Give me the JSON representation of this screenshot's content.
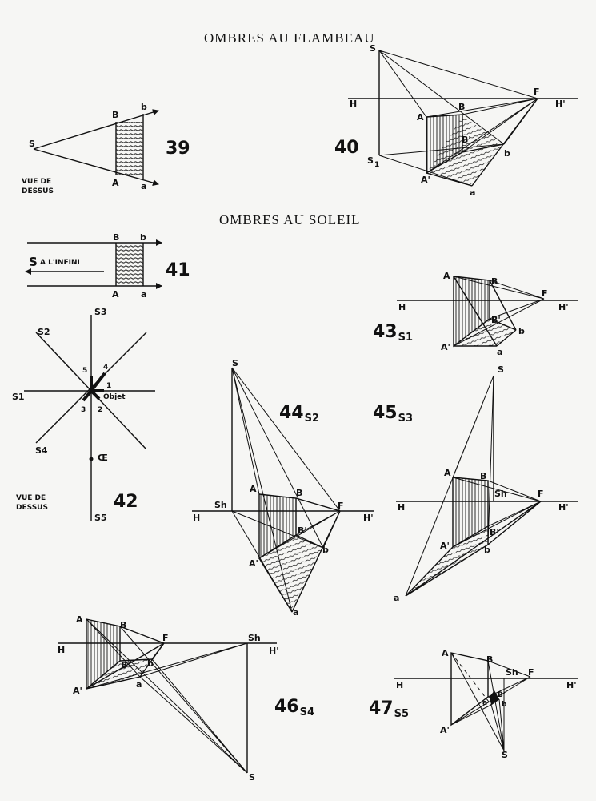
{
  "titles": {
    "flambeau": "OMBRES AU FLAMBEAU",
    "soleil": "OMBRES AU SOLEIL"
  },
  "figures": {
    "f39": {
      "number": "39",
      "sub": ""
    },
    "f40": {
      "number": "40",
      "sub": ""
    },
    "f41": {
      "number": "41",
      "sub": ""
    },
    "f42": {
      "number": "42",
      "sub": ""
    },
    "f43": {
      "number": "43",
      "sub": "S1"
    },
    "f44": {
      "number": "44",
      "sub": "S2"
    },
    "f45": {
      "number": "45",
      "sub": "S3"
    },
    "f46": {
      "number": "46",
      "sub": "S4"
    },
    "f47": {
      "number": "47",
      "sub": "S5"
    }
  },
  "labels": {
    "S": "S",
    "S1": "S",
    "A": "A",
    "B": "B",
    "a": "a",
    "b": "b",
    "A_prime": "A'",
    "B_prime": "B'",
    "H": "H",
    "H_prime": "H'",
    "F": "F",
    "Sh": "Sh",
    "sub1": "1",
    "vue_de": "VUE DE",
    "dessus": "DESSUS",
    "a_l_infini": "A L'INFINI",
    "s1": "S1",
    "s2": "S2",
    "s3": "S3",
    "s4": "S4",
    "s5": "S5",
    "objet": "Objet",
    "oeil": "Œ",
    "n1": "1",
    "n2": "2",
    "n3": "3",
    "n4": "4",
    "n5": "5"
  }
}
